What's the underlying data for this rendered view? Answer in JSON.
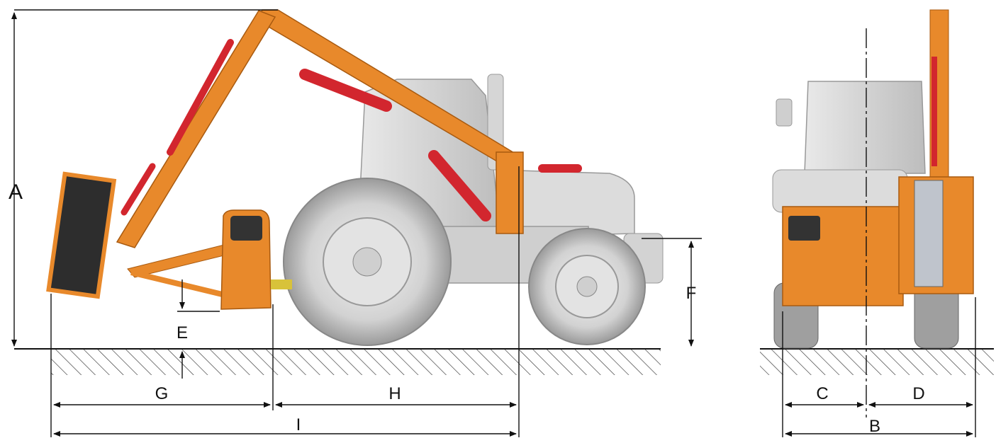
{
  "dimension_labels": {
    "A": "A",
    "B": "B",
    "C": "C",
    "D": "D",
    "E": "E",
    "F": "F",
    "G": "G",
    "H": "H",
    "I": "I"
  },
  "colors": {
    "machine_orange": "#e8892b",
    "cylinder_red": "#d2262e",
    "tractor_grey": "#d9d9d9",
    "tire_grey": "#c8c8c8",
    "line": "#111111"
  }
}
